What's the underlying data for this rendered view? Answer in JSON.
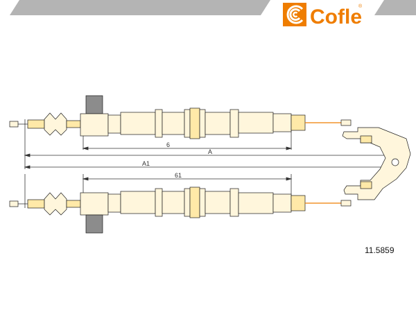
{
  "header": {
    "brand": "Cofle",
    "trademark": "®",
    "band_color": "#b4b4b4",
    "logo_color": "#ef7d00"
  },
  "dimensions": {
    "upper_inner": "6",
    "upper_outer": "A",
    "overall": "A1",
    "lower_inner": "61"
  },
  "part_number": "11.5859",
  "colors": {
    "line": "#1a1a1a",
    "sheath_fill": "#fff6dc",
    "sleeve_fill": "#ffe9a8",
    "cable": "#ef7d00"
  }
}
